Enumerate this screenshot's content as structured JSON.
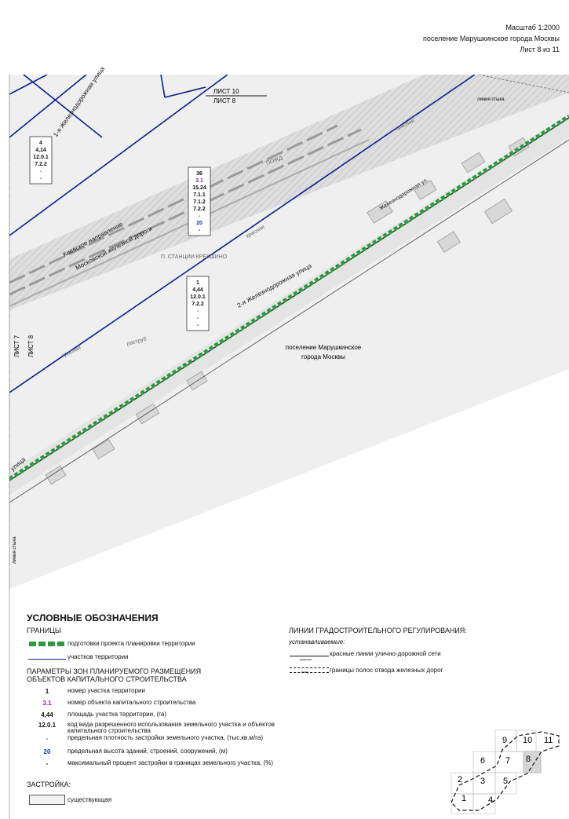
{
  "header": {
    "scale": "Масштаб 1:2000",
    "settlement": "поселение Марушкинское города Москвы",
    "sheet": "Лист 8 из 11"
  },
  "map": {
    "sheet_labels": {
      "sheet10": "ЛИСТ 10",
      "sheet8_top": "ЛИСТ 8",
      "sheet7": "ЛИСТ 7",
      "sheet8_left": "ЛИСТ 8"
    },
    "junction_top": "линия стыка",
    "junction_left": "линия стыка",
    "streets": {
      "zhd_ul_1": "1-я Железнодорожная улица",
      "zhd_ul_2": "2-я Железнодорожная улица",
      "zhd_ul_right": "Железнодорожная ул.",
      "railway_l1": "Киевское направление",
      "railway_l2": "Московской железной дороги",
      "ulitsa": "улица",
      "stantsiya": "П. СТАНЦИИ КРЕКШИНО",
      "pozhd": "ПОЖД",
      "rastrub": "раструб"
    },
    "krasnaya": "красная",
    "area_label_l1": "поселение Марушкинское",
    "area_label_l2": "города Москвы",
    "blocks": [
      {
        "lines": [
          "4",
          "4,14",
          "12.0.1",
          "7.2.2",
          "-",
          "-"
        ],
        "colors": [
          "#111",
          "#111",
          "#111",
          "#111",
          "#c0392b",
          "#1436a8"
        ]
      },
      {
        "lines": [
          "36",
          "3.1",
          "15.24",
          "7.1.1",
          "7.1.2",
          "7.2.2",
          "-",
          "20",
          "-"
        ],
        "colors": [
          "#111",
          "#8a2a8a",
          "#111",
          "#111",
          "#111",
          "#111",
          "#c0392b",
          "#1436a8",
          "#111"
        ]
      },
      {
        "lines": [
          "1",
          "4,44",
          "12.0.1",
          "7.2.2",
          "-",
          "-",
          "-"
        ],
        "colors": [
          "#111",
          "#111",
          "#111",
          "#111",
          "#c0392b",
          "#1436a8",
          "#111"
        ]
      }
    ],
    "colors": {
      "planning_boundary": "#2a9a3c",
      "parcel_boundary": "#0b1e8f",
      "background_gray": "#cfcfcf"
    }
  },
  "legend": {
    "title": "УСЛОВНЫЕ ОБОЗНАЧЕНИЯ",
    "borders": {
      "heading": "ГРАНИЦЫ",
      "planning": "подготовки проекта планировки территории",
      "parcels": "участков территории"
    },
    "params": {
      "heading_l1": "ПАРАМЕТРЫ ЗОН ПЛАНИРУЕМОГО РАЗМЕЩЕНИЯ",
      "heading_l2": "ОБЪЕКТОВ КАПИТАЛЬНОГО СТРОИТЕЛЬСТВА",
      "rows": [
        {
          "sym": "1",
          "text": "номер участка территории",
          "cls": ""
        },
        {
          "sym": "3.1",
          "text": "номер объекта капитального строительства",
          "cls": "purple"
        },
        {
          "sym": "4,44",
          "text": "площадь участка территории, (га)",
          "cls": ""
        },
        {
          "sym": "12.0.1",
          "text": "код вида разрешенного использования земельного участка и объектов капитального строительства",
          "cls": ""
        },
        {
          "sym": "-",
          "text": "предельная плотность застройки земельного участка, (тыс.кв.м/га)",
          "cls": "red"
        },
        {
          "sym": "20",
          "text": "предельная высота зданий, строений, сооружений, (м)",
          "cls": "blue"
        },
        {
          "sym": "-",
          "text": "максимальный процент застройки в границах земельного участка, (%)",
          "cls": ""
        }
      ]
    },
    "development": {
      "heading": "ЗАСТРОЙКА:",
      "existing": "существующая"
    },
    "regulation": {
      "heading": "ЛИНИИ ГРАДОСТРОИТЕЛЬНОГО РЕГУЛИРОВАНИЯ:",
      "sub": "устанавливаемые:",
      "red_lines_tag": "красная",
      "red_lines": "красные линии улично-дорожной сети",
      "rail_tag": "пожд",
      "rail": "границы полос отвода железных дорог"
    }
  },
  "index_map": {
    "sheets": [
      "1",
      "2",
      "3",
      "4",
      "5",
      "6",
      "7",
      "8",
      "9",
      "10",
      "11"
    ],
    "current": "8"
  }
}
